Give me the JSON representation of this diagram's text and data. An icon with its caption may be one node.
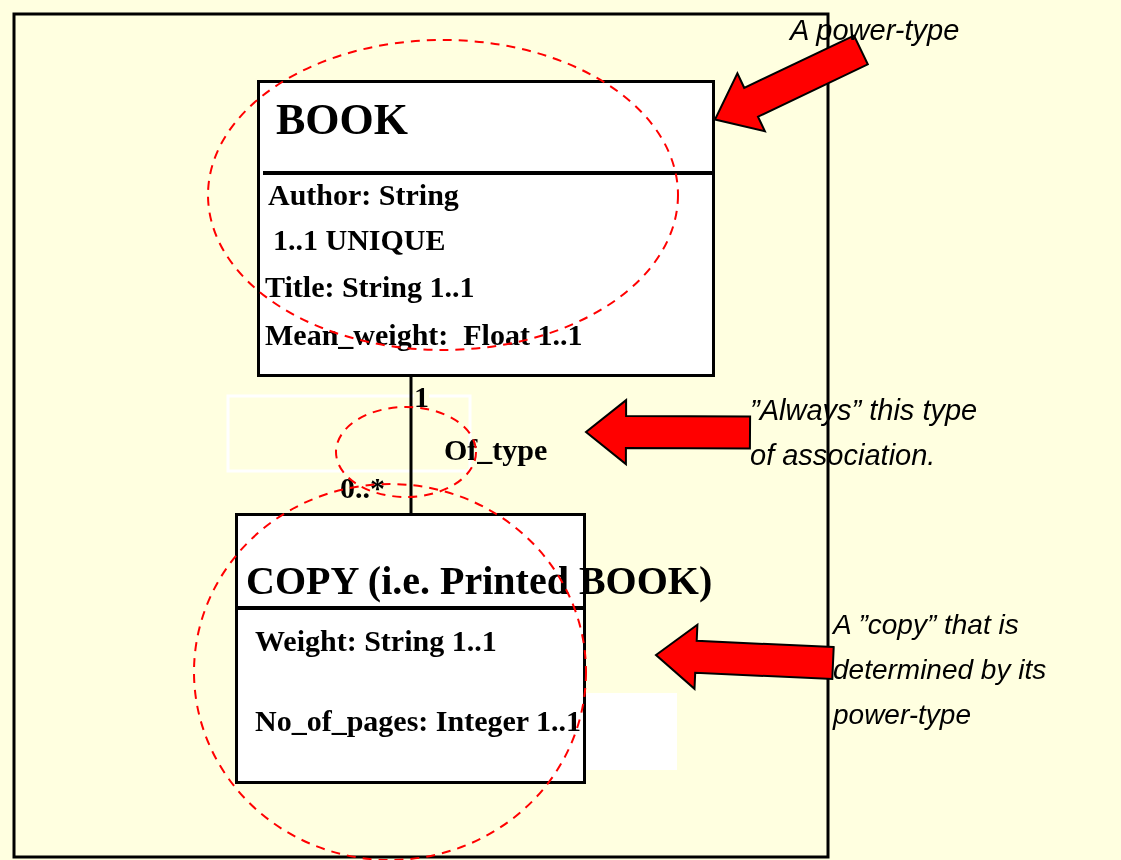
{
  "diagram": {
    "nodes": [
      {
        "text": [
          "BOOK",
          "Author: String",
          "1..1 UNIQUE",
          "Title: String 1..1",
          "Mean_weight:  Float 1..1"
        ]
      },
      {
        "text": [
          "COPY (i.e. Printed BOOK)",
          "Weight: String 1..1",
          "No_of_pages: Integer 1..1"
        ]
      },
      {
        "text": [
          "A power-type"
        ]
      },
      {
        "text": [
          "”Always” this type of association."
        ]
      },
      {
        "text": [
          "A ”copy” that is determined by its power-type"
        ]
      }
    ],
    "edges": [
      {
        "from": 0,
        "to": 1,
        "arrow": "none",
        "label": "Of_type"
      },
      {
        "from": 2,
        "to": 0,
        "arrow": "to",
        "style": "thick",
        "color": "#ff0000"
      },
      {
        "from": 3,
        "to": null,
        "arrow": "to",
        "style": "thick",
        "color": "#ff0000"
      },
      {
        "from": 4,
        "to": null,
        "arrow": "to",
        "style": "thick",
        "color": "#ff0000"
      }
    ],
    "labels": [
      "1",
      "0..*"
    ]
  }
}
